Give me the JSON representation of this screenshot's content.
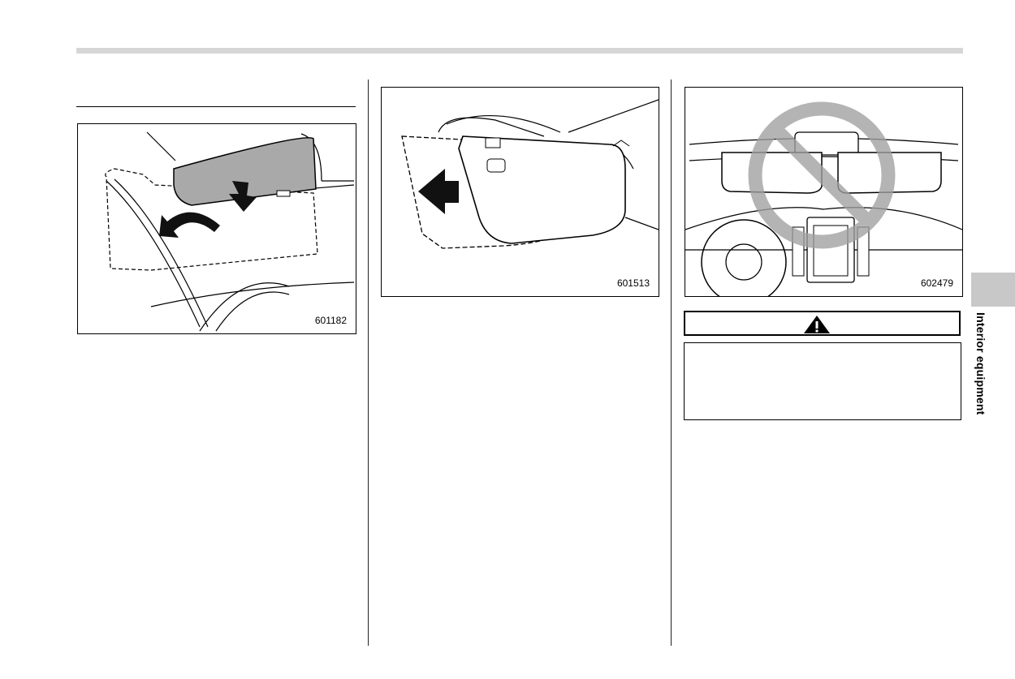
{
  "figures": [
    {
      "id": "601182"
    },
    {
      "id": "601513"
    },
    {
      "id": "602479"
    }
  ],
  "side_tab": {
    "label": "Interior equipment"
  },
  "icons": {
    "warning": "warning-triangle-icon",
    "prohibition": "prohibition-icon",
    "arrow": "arrow-icon"
  }
}
